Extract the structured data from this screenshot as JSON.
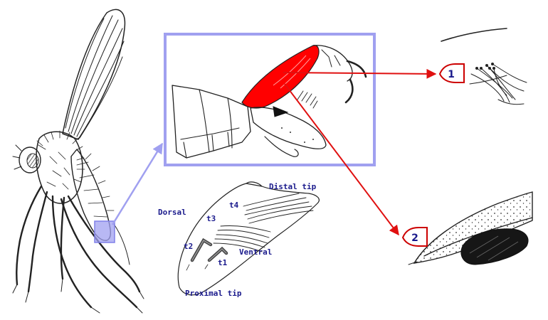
{
  "labels": {
    "distal_tip": "Distal tip",
    "dorsal": "Dorsal",
    "ventral": "Ventral",
    "proximal_tip": "Proximal tip",
    "t1": "t1",
    "t2": "t2",
    "t3": "t3",
    "t4": "t4"
  },
  "callouts": [
    {
      "number": "1"
    },
    {
      "number": "2"
    }
  ],
  "colors": {
    "highlight_red": "#ff0000",
    "arrow_red": "#e01010",
    "frame_blue": "#a0a0f0",
    "label_blue": "#1a1a8c",
    "badge_fill": "#ffffff",
    "badge_stroke": "#cc0000"
  }
}
